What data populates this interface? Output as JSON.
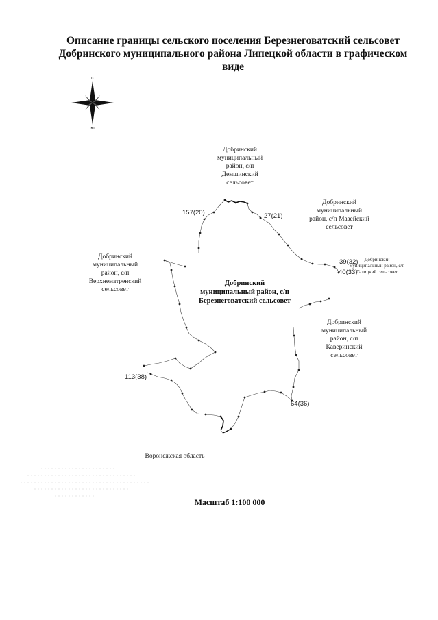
{
  "title": {
    "line1": "Описание границы сельского поселения Березнеговатский сельсовет",
    "line2": "Добринского муниципального района Липецкой области в графическом",
    "line3": "виде"
  },
  "compass": {
    "north_letter": "С",
    "south_letter": "Ю"
  },
  "neighbors": {
    "north": [
      "Добринский",
      "муниципальный",
      "район, с/п",
      "Демшинский",
      "сельсовет"
    ],
    "northeast": [
      "Добринский",
      "муниципальный",
      "район, с/п Мазейский",
      "сельсовет"
    ],
    "east": [
      "Добринский",
      "муниципальный район, с/п",
      "Талицкий сельсовет"
    ],
    "west": [
      "Добринский",
      "муниципальный",
      "район, с/п",
      "Верхнематренский",
      "сельсовет"
    ],
    "southeast": [
      "Добринский",
      "муниципальный",
      "район, с/п",
      "Каверинский",
      "сельсовет"
    ],
    "south": "Воронежская область"
  },
  "center": {
    "line1": "Добринский",
    "line2": "муниципальный район, с/п",
    "line3": "Березнеговатский сельсовет"
  },
  "points": {
    "p157": "157(20)",
    "p27": "27(21)",
    "p39": "39(32)",
    "p40": "40(33)",
    "p64": "64(36)",
    "p113": "113(38)"
  },
  "scale": "Масштаб 1:100 000"
}
